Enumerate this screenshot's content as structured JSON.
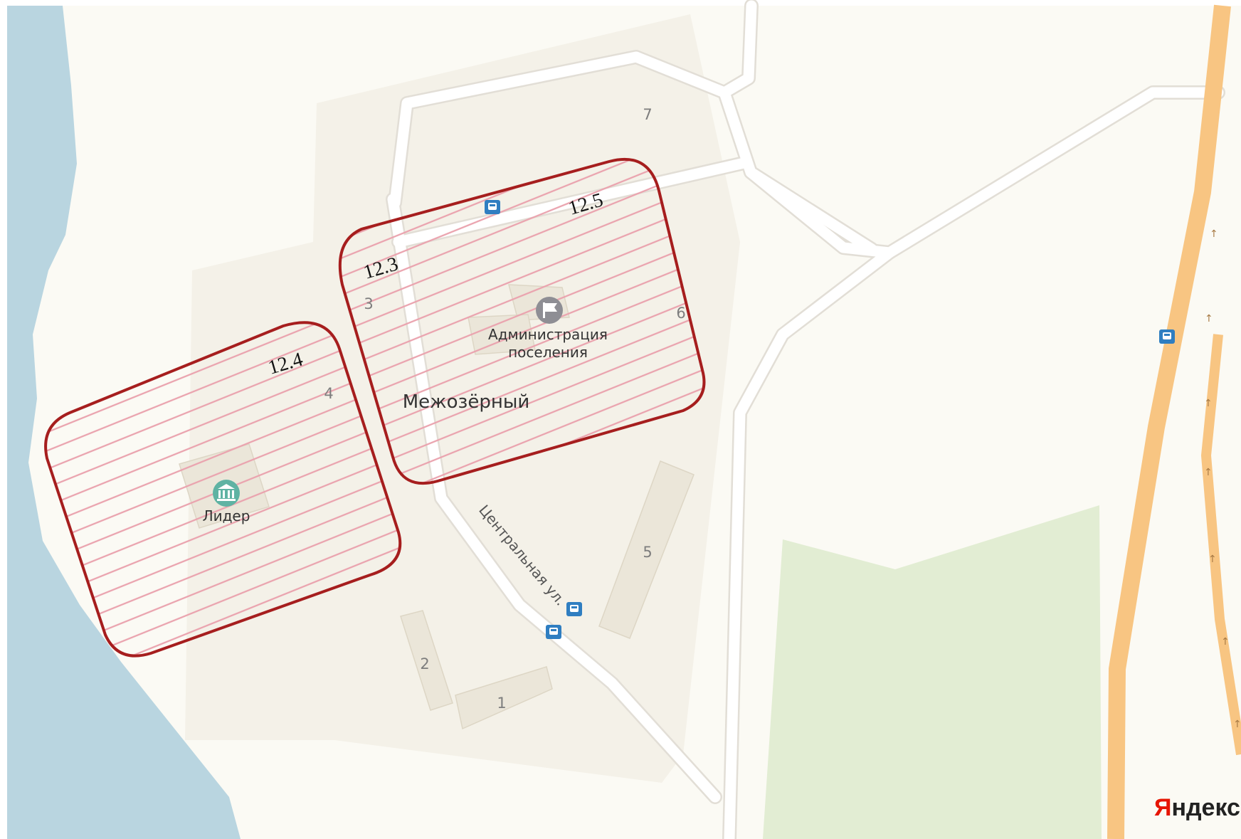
{
  "map": {
    "locality": "Межозёрный",
    "street": "Центральная ул.",
    "provider_logo": {
      "first": "Я",
      "rest": "ндекс"
    },
    "colors": {
      "background": "#fbfaf4",
      "water": "#b9d5e0",
      "park": "#e2edd3",
      "road": "#ffffff",
      "road_edge": "#e2ded6",
      "highway": "#f8c582",
      "zone_outline": "#a61e1e",
      "zone_hatch": "#eaa3ae",
      "building": "#ebe6d9",
      "icon_teal": "#5fb3a3",
      "icon_grey": "#8e8e94",
      "bus_stop": "#2f7ec1",
      "logo_red": "#e61400"
    },
    "zones": [
      {
        "label": "12.3"
      },
      {
        "label": "12.4"
      },
      {
        "label": "12.5"
      }
    ],
    "building_numbers": [
      "1",
      "2",
      "3",
      "4",
      "5",
      "6",
      "7"
    ],
    "pois": [
      {
        "name": "Лидер",
        "icon": "museum-icon"
      },
      {
        "name_line1": "Администрация",
        "name_line2": "поселения",
        "icon": "government-flag-icon"
      }
    ],
    "bus_stop_icon": "bus-stop-icon",
    "one_way_arrow": "↑"
  }
}
